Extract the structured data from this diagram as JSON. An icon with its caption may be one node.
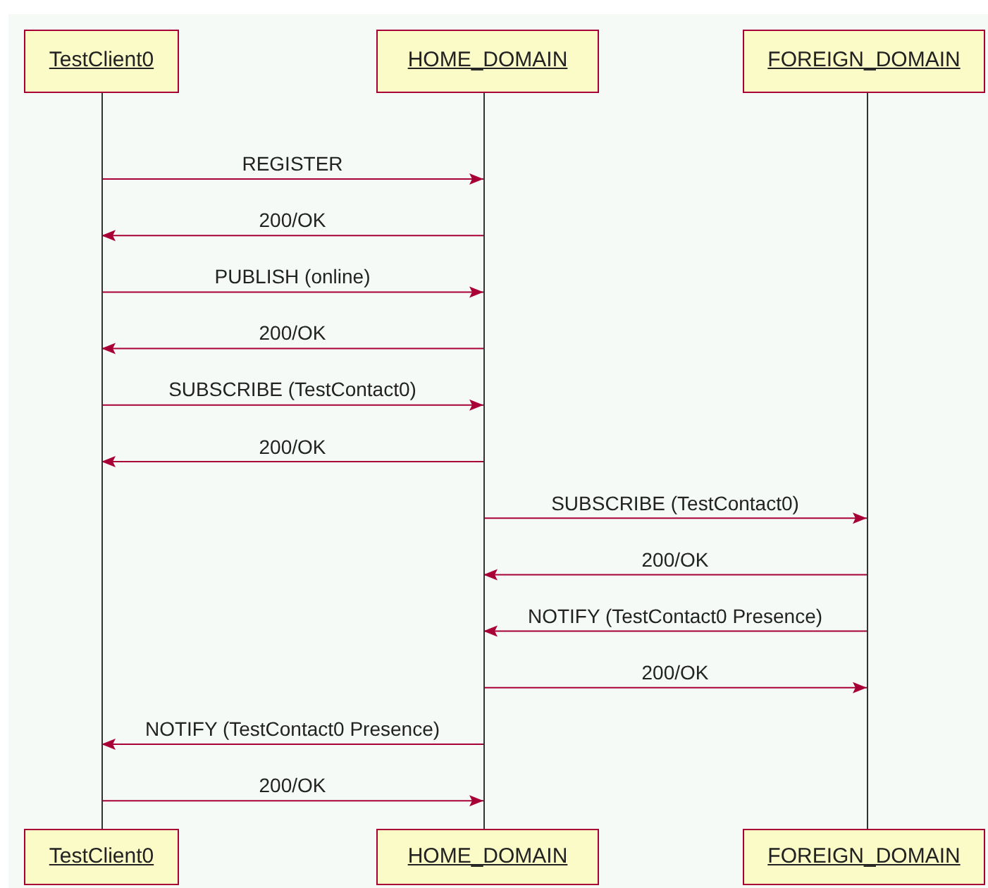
{
  "diagram": {
    "nodes": [
      {
        "text": [
          "TestClient0"
        ]
      },
      {
        "text": [
          "HOME_DOMAIN"
        ]
      },
      {
        "text": [
          "FOREIGN_DOMAIN"
        ]
      },
      {
        "text": [],
        "shape": "line"
      },
      {
        "text": [],
        "shape": "line"
      },
      {
        "text": [],
        "shape": "line"
      },
      {
        "text": [
          "TestClient0"
        ]
      },
      {
        "text": [
          "HOME_DOMAIN"
        ]
      },
      {
        "text": [
          "FOREIGN_DOMAIN"
        ]
      }
    ],
    "edges": [
      {
        "from": 3,
        "to": 4,
        "arrow": "to",
        "label": "REGISTER"
      },
      {
        "from": 4,
        "to": 3,
        "arrow": "to",
        "label": "200/OK"
      },
      {
        "from": 3,
        "to": 4,
        "arrow": "to",
        "label": "PUBLISH (online)"
      },
      {
        "from": 4,
        "to": 3,
        "arrow": "to",
        "label": "200/OK"
      },
      {
        "from": 3,
        "to": 4,
        "arrow": "to",
        "label": "SUBSCRIBE (TestContact0)"
      },
      {
        "from": 4,
        "to": 3,
        "arrow": "to",
        "label": "200/OK"
      },
      {
        "from": 4,
        "to": 5,
        "arrow": "to",
        "label": "SUBSCRIBE (TestContact0)"
      },
      {
        "from": 5,
        "to": 4,
        "arrow": "to",
        "label": "200/OK"
      },
      {
        "from": 5,
        "to": 4,
        "arrow": "to",
        "label": "NOTIFY (TestContact0 Presence)"
      },
      {
        "from": 4,
        "to": 5,
        "arrow": "to",
        "label": "200/OK"
      },
      {
        "from": 4,
        "to": 3,
        "arrow": "to",
        "label": "NOTIFY (TestContact0 Presence)"
      },
      {
        "from": 3,
        "to": 4,
        "arrow": "to",
        "label": "200/OK"
      }
    ]
  }
}
